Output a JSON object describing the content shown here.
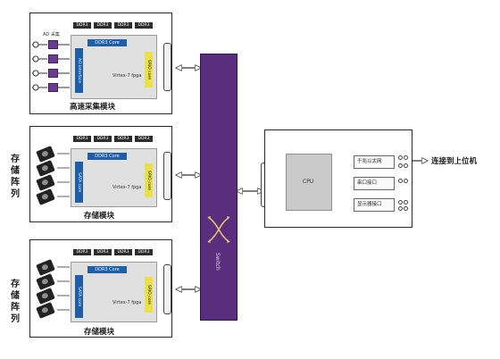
{
  "modules": {
    "top": {
      "label": "高速采集模块",
      "adc_label": "AD 采集",
      "ddr": [
        "DDR3",
        "DDR3",
        "DDR3",
        "DDR3"
      ],
      "ddr_core": "DDR3 Core",
      "fpga_label": "Virtex-7 fpga",
      "ip_left": "AD interface",
      "ip_right": "SRIO core"
    },
    "mid": {
      "label": "存储模块",
      "ddr": [
        "DDR3",
        "DDR3",
        "DDR3",
        "DDR3"
      ],
      "ddr_core": "DDR3 Core",
      "fpga_label": "Virtex-7 fpga",
      "ip_left": "SATA core",
      "ip_right": "SRIO core"
    },
    "bot": {
      "label": "存储模块",
      "ddr": [
        "DDR3",
        "DDR3",
        "DDR3",
        "DDR3"
      ],
      "ddr_core": "DDR3 Core",
      "fpga_label": "Virtex-7 fpga",
      "ip_left": "SATA core",
      "ip_right": "SRIO core"
    }
  },
  "storage_array_label": "存储阵列",
  "switch_label": "Switch",
  "cpu_module": {
    "cpu_label": "CPU",
    "interfaces": [
      "千兆以太网",
      "串口接口",
      "显示器接口"
    ]
  },
  "host_connection": "连接到上位机",
  "colors": {
    "switch_fill": "#5a2e7e",
    "ip_core_blue": "#1f5fa8",
    "srio_yellow": "#e9e04a",
    "ddr_dark": "#2d2d2d",
    "fpga_gray": "#e0e0e0"
  }
}
